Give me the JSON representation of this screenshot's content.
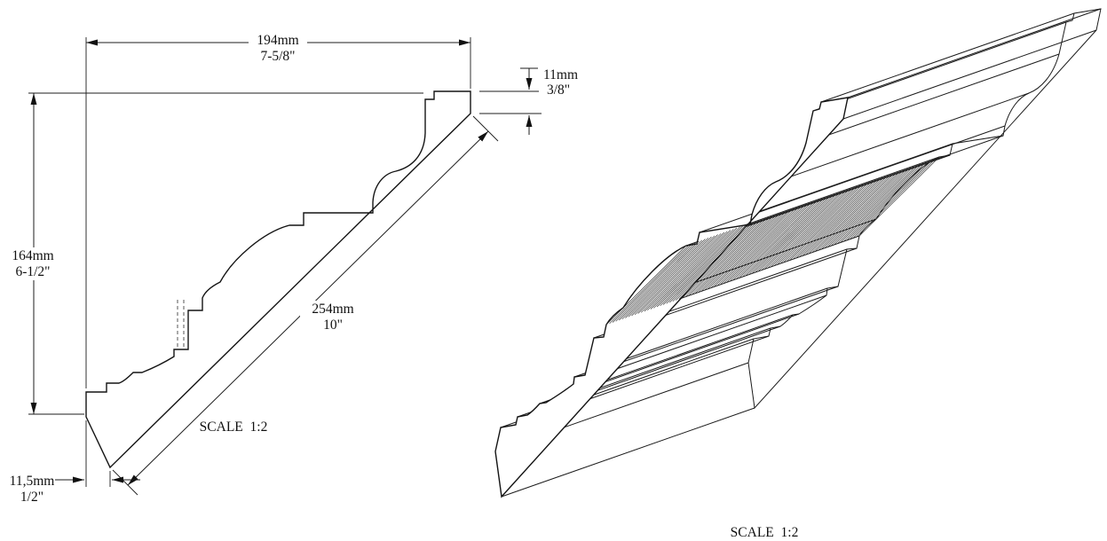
{
  "left_view": {
    "width": {
      "mm": "194mm",
      "inches": "7-5/8\""
    },
    "height": {
      "mm": "164mm",
      "inches": "6-1/2\""
    },
    "diagonal": {
      "mm": "254mm",
      "inches": "10\""
    },
    "top_edge": {
      "mm": "11mm",
      "inches": "3/8\""
    },
    "bottom_edge": {
      "mm": "11,5mm",
      "inches": "1/2\""
    },
    "scale": "SCALE  1:2"
  },
  "right_view": {
    "scale": "SCALE  1:2"
  }
}
